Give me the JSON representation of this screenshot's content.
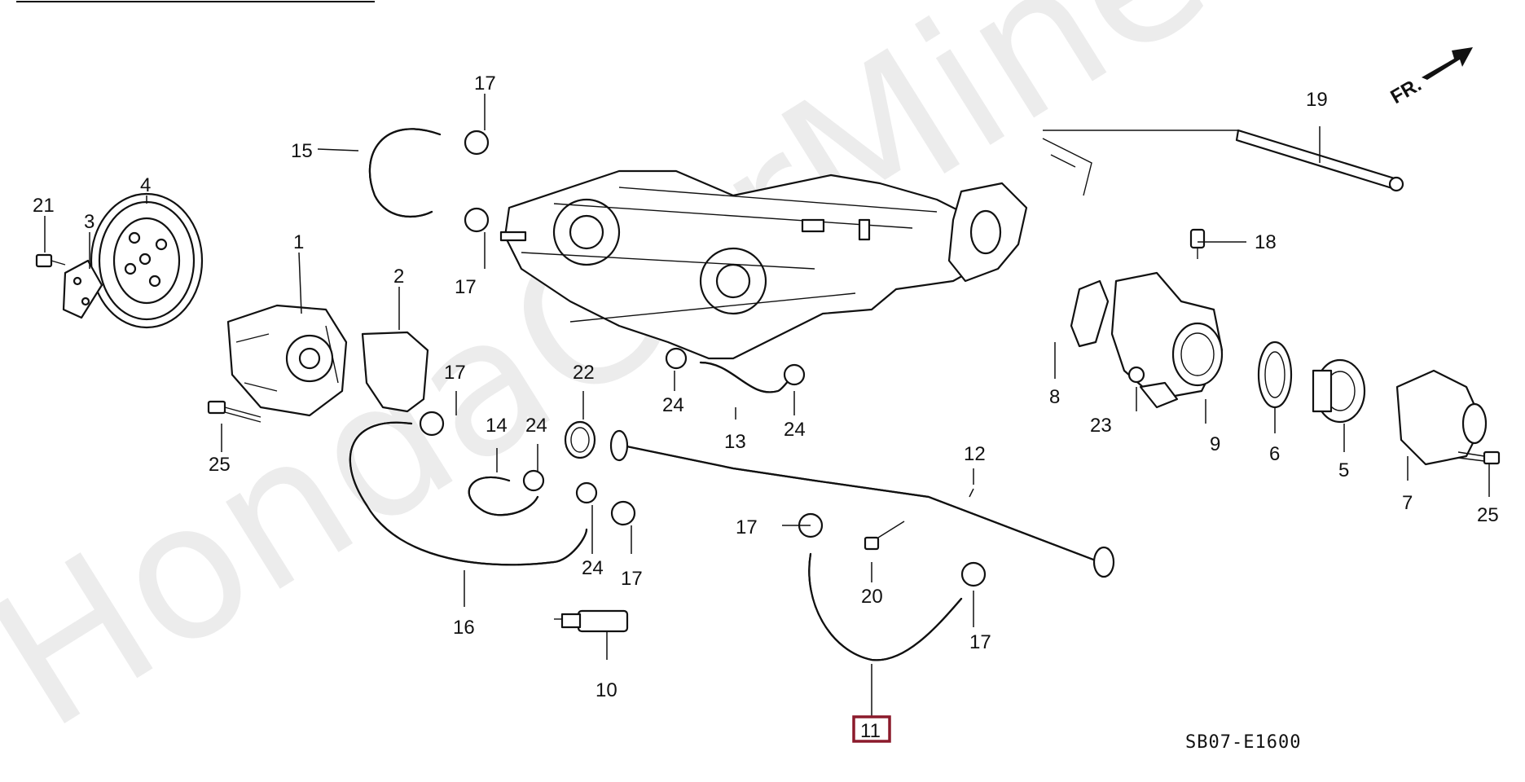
{
  "watermark": "HondaCarMine.ru",
  "diagram_code": "SB07-E1600",
  "front_indicator": "FR.",
  "highlighted_part": "11",
  "callouts": {
    "p1": "1",
    "p2": "2",
    "p3": "3",
    "p4": "4",
    "p5": "5",
    "p6": "6",
    "p7": "7",
    "p8": "8",
    "p9": "9",
    "p10": "10",
    "p11": "11",
    "p12": "12",
    "p13": "13",
    "p14": "14",
    "p15": "15",
    "p16": "16",
    "p17a": "17",
    "p17b": "17",
    "p17c": "17",
    "p17d": "17",
    "p17e": "17",
    "p17f": "17",
    "p18": "18",
    "p19": "19",
    "p20": "20",
    "p21": "21",
    "p22": "22",
    "p23": "23",
    "p24a": "24",
    "p24b": "24",
    "p24c": "24",
    "p24d": "24",
    "p25a": "25",
    "p25b": "25"
  }
}
